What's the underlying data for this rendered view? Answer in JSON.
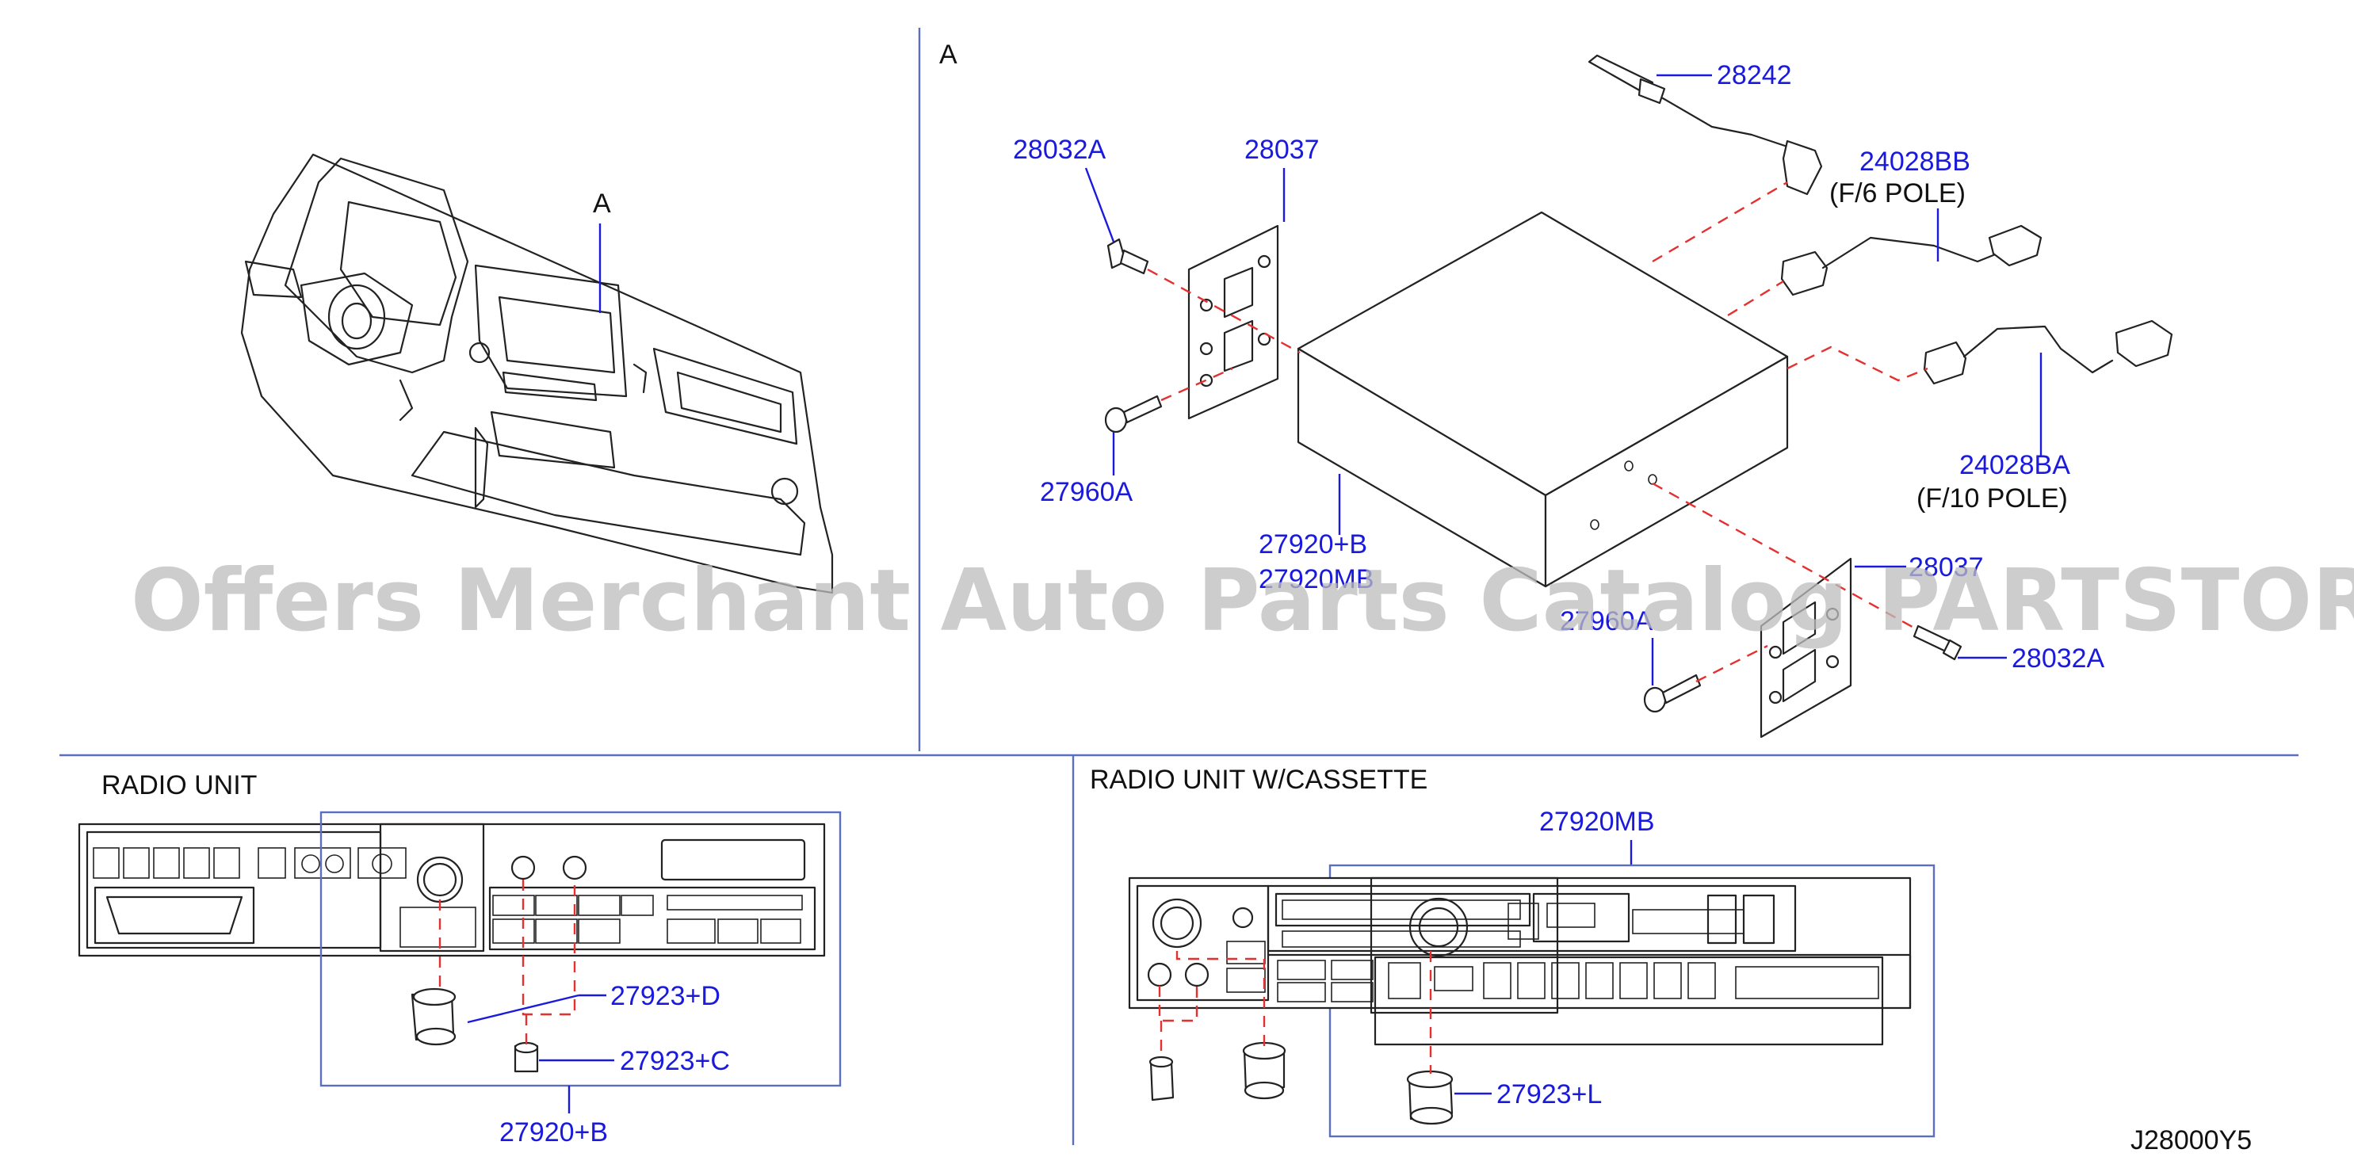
{
  "marker_a_left": "A",
  "marker_a_right": "A",
  "watermark": "Offers Merchant Auto Parts Catalog PARTSTORE.SA",
  "parts": {
    "p28242": "28242",
    "p28032A_top": "28032A",
    "p28037_top": "28037",
    "p24028BB": "24028BB",
    "p24028BB_note": "(F/6   POLE)",
    "p27960A_top": "27960A",
    "p24028BA": "24028BA",
    "p24028BA_note": "(F/10   POLE)",
    "p27920B_center": "27920+B",
    "p27920MB_center": "27920MB",
    "p28037_bottom": "28037",
    "p27960A_bottom": "27960A",
    "p28032A_bottom": "28032A"
  },
  "radio_unit": {
    "title": "RADIO   UNIT",
    "knob_d": "27923+D",
    "knob_c": "27923+C",
    "unit": "27920+B"
  },
  "cassette_unit": {
    "title": "RADIO   UNIT   W/CASSETTE",
    "unit": "27920MB",
    "knob_l": "27923+L"
  },
  "diagram_code": "J28000Y5",
  "colors": {
    "label": "#1a1adf",
    "dash": "#e53030",
    "divider": "#5a6fc0"
  }
}
